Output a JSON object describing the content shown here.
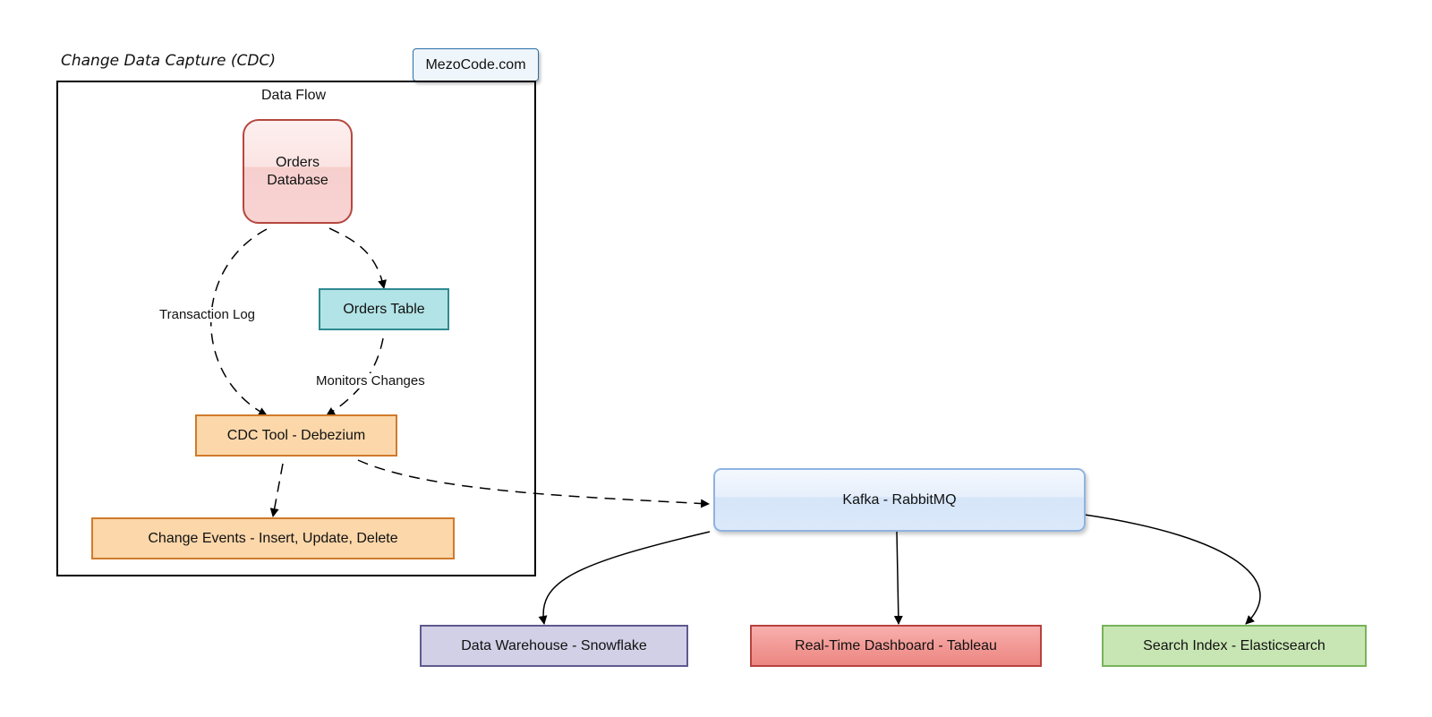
{
  "diagram": {
    "title": "Change Data Capture (CDC)",
    "watermark": "MezoCode.com",
    "group_label": "Data Flow",
    "nodes": {
      "orders_db": "Orders\nDatabase",
      "orders_table": "Orders Table",
      "cdc_tool": "CDC Tool - Debezium",
      "change_events": "Change Events - Insert, Update, Delete",
      "broker": "Kafka - RabbitMQ",
      "warehouse": "Data Warehouse - Snowflake",
      "dashboard": "Real-Time Dashboard - Tableau",
      "search": "Search Index - Elasticsearch"
    },
    "edge_labels": {
      "transaction_log": "Transaction Log",
      "monitors_changes": "Monitors Changes"
    },
    "colors": {
      "orders_db_fill": "#f8d3d2",
      "orders_db_stroke": "#b5473f",
      "orders_table_fill": "#b2e3e6",
      "orders_table_stroke": "#2f8a92",
      "cdc_fill": "#fbd7aa",
      "cdc_stroke": "#d07a2b",
      "broker_fill": "#dbe9fb",
      "broker_stroke": "#8fb3e0",
      "warehouse_fill": "#d1d0e6",
      "warehouse_stroke": "#5d5a8f",
      "dashboard_fill": "#ef8a86",
      "dashboard_stroke": "#b8423e",
      "search_fill": "#c8e6b4",
      "search_stroke": "#78b35a"
    }
  }
}
